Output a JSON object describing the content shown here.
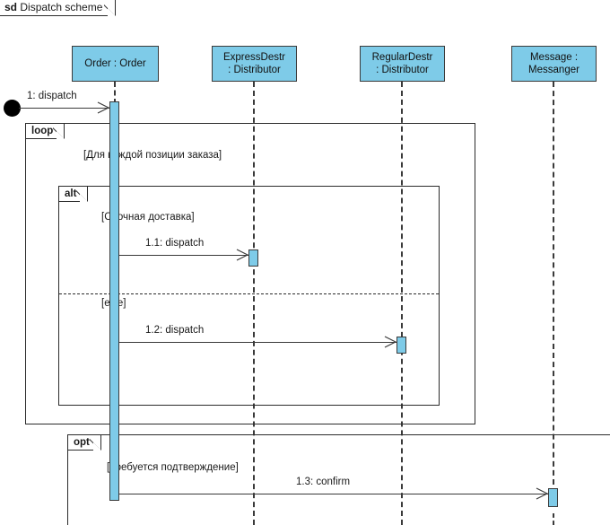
{
  "diagram": {
    "kind_keyword": "sd",
    "title": "Dispatch scheme",
    "colors": {
      "lifeline_fill": "#7ecbe8",
      "border": "#3a3a3a",
      "frame_border": "#2b2b2b",
      "background": "#ffffff",
      "start_dot": "#000000"
    }
  },
  "lifelines": [
    {
      "name": "order",
      "line1": "Order : Order",
      "line2": ""
    },
    {
      "name": "express-distributor",
      "line1": "ExpressDestr",
      "line2": ": Distributor"
    },
    {
      "name": "regular-distributor",
      "line1": "RegularDestr",
      "line2": ": Distributor"
    },
    {
      "name": "messanger",
      "line1": "Message :",
      "line2": "Messanger"
    }
  ],
  "messages": [
    {
      "name": "dispatch-found",
      "label": "1: dispatch",
      "from": "found",
      "to": "order"
    },
    {
      "name": "dispatch-express",
      "label": "1.1: dispatch",
      "from": "order",
      "to": "express-distributor"
    },
    {
      "name": "dispatch-regular",
      "label": "1.2: dispatch",
      "from": "order",
      "to": "regular-distributor"
    },
    {
      "name": "confirm-messanger",
      "label": "1.3: confirm",
      "from": "order",
      "to": "messanger"
    }
  ],
  "fragments": [
    {
      "name": "loop-fragment",
      "operator": "loop",
      "guards": [
        "[Для каждой позиции заказа]"
      ]
    },
    {
      "name": "alt-fragment",
      "operator": "alt",
      "guards": [
        "[Срочная доставка]",
        "[else]"
      ]
    },
    {
      "name": "opt-fragment",
      "operator": "opt",
      "guards": [
        "[Требуется подтверждение]"
      ]
    }
  ]
}
